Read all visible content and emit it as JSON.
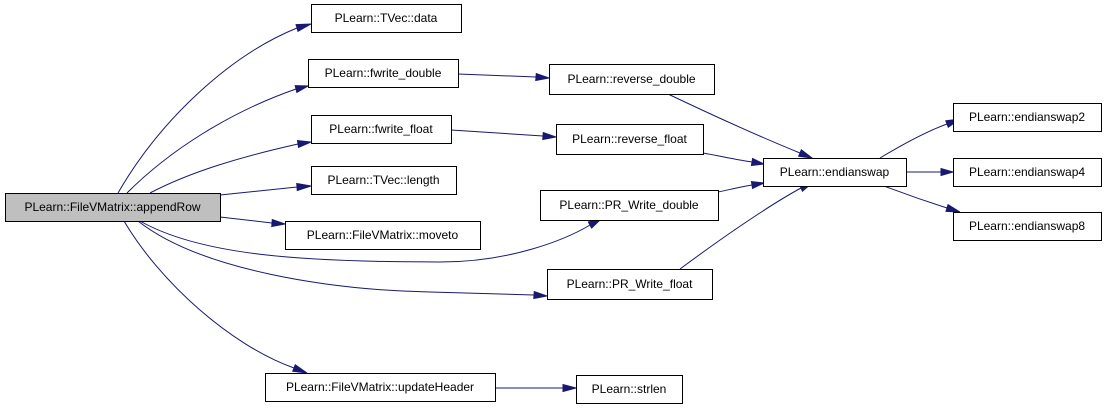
{
  "graph": {
    "nodes": [
      {
        "id": "appendRow",
        "label": "PLearn::FileVMatrix::appendRow",
        "root": true
      },
      {
        "id": "tvec_data",
        "label": "PLearn::TVec::data"
      },
      {
        "id": "fwrite_double",
        "label": "PLearn::fwrite_double"
      },
      {
        "id": "fwrite_float",
        "label": "PLearn::fwrite_float"
      },
      {
        "id": "tvec_length",
        "label": "PLearn::TVec::length"
      },
      {
        "id": "moveto",
        "label": "PLearn::FileVMatrix::moveto"
      },
      {
        "id": "updateHeader",
        "label": "PLearn::FileVMatrix::updateHeader"
      },
      {
        "id": "reverse_double",
        "label": "PLearn::reverse_double"
      },
      {
        "id": "reverse_float",
        "label": "PLearn::reverse_float"
      },
      {
        "id": "pr_write_double",
        "label": "PLearn::PR_Write_double"
      },
      {
        "id": "pr_write_float",
        "label": "PLearn::PR_Write_float"
      },
      {
        "id": "strlen",
        "label": "PLearn::strlen"
      },
      {
        "id": "endianswap",
        "label": "PLearn::endianswap"
      },
      {
        "id": "endianswap2",
        "label": "PLearn::endianswap2"
      },
      {
        "id": "endianswap4",
        "label": "PLearn::endianswap4"
      },
      {
        "id": "endianswap8",
        "label": "PLearn::endianswap8"
      }
    ],
    "edges": [
      {
        "from": "appendRow",
        "to": "tvec_data"
      },
      {
        "from": "appendRow",
        "to": "fwrite_double"
      },
      {
        "from": "appendRow",
        "to": "fwrite_float"
      },
      {
        "from": "appendRow",
        "to": "tvec_length"
      },
      {
        "from": "appendRow",
        "to": "moveto"
      },
      {
        "from": "appendRow",
        "to": "pr_write_double"
      },
      {
        "from": "appendRow",
        "to": "pr_write_float"
      },
      {
        "from": "appendRow",
        "to": "updateHeader"
      },
      {
        "from": "fwrite_double",
        "to": "reverse_double"
      },
      {
        "from": "fwrite_float",
        "to": "reverse_float"
      },
      {
        "from": "reverse_double",
        "to": "endianswap"
      },
      {
        "from": "reverse_float",
        "to": "endianswap"
      },
      {
        "from": "pr_write_double",
        "to": "endianswap"
      },
      {
        "from": "pr_write_float",
        "to": "endianswap"
      },
      {
        "from": "updateHeader",
        "to": "strlen"
      },
      {
        "from": "endianswap",
        "to": "endianswap2"
      },
      {
        "from": "endianswap",
        "to": "endianswap4"
      },
      {
        "from": "endianswap",
        "to": "endianswap8"
      }
    ]
  },
  "colors": {
    "edge": "#191970",
    "root_fill": "#bfbfbf",
    "node_fill": "#ffffff",
    "border": "#000000"
  }
}
